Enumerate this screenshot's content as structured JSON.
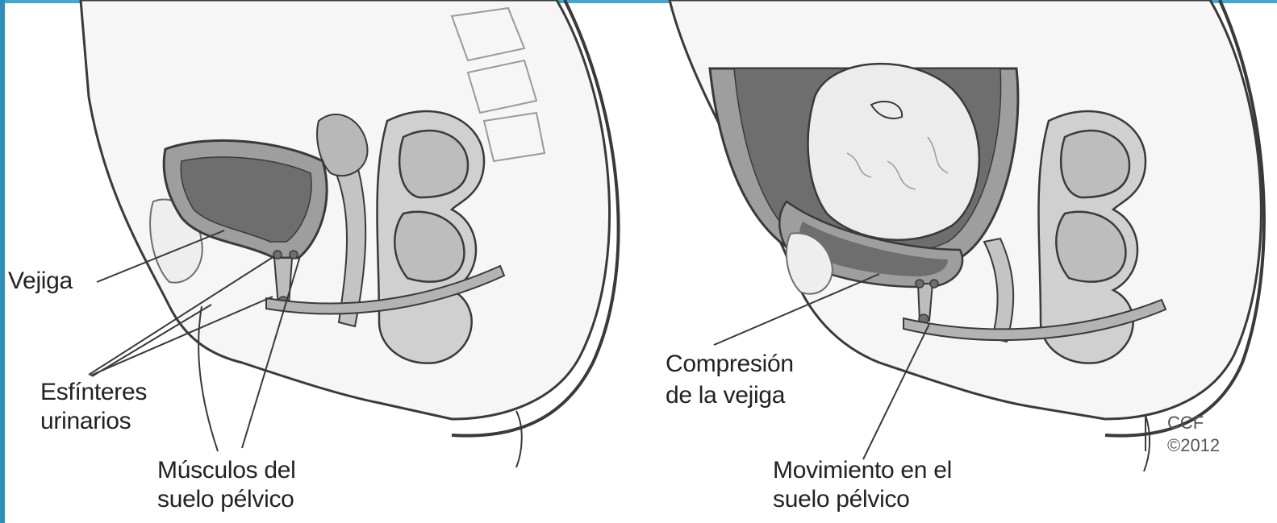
{
  "colors": {
    "frame_accent": "#3fa9d3",
    "outline": "#3a3a3a",
    "tissue_light": "#ededed",
    "tissue_mid": "#cfcfcf",
    "tissue_dark": "#9a9a9a",
    "organ_dark": "#6e6e6e"
  },
  "left_panel": {
    "labels": {
      "bladder": "Vejiga",
      "sphincters_line1": "Esfínteres",
      "sphincters_line2": "urinarios",
      "pelvic_muscles_line1": "Músculos del",
      "pelvic_muscles_line2": "suelo pélvico"
    }
  },
  "right_panel": {
    "labels": {
      "compression_line1": "Compresión",
      "compression_line2": "de la vejiga",
      "movement_line1": "Movimiento en el",
      "movement_line2": "suelo pélvico"
    },
    "credit_line1": "CCF",
    "credit_line2": "©2012"
  }
}
